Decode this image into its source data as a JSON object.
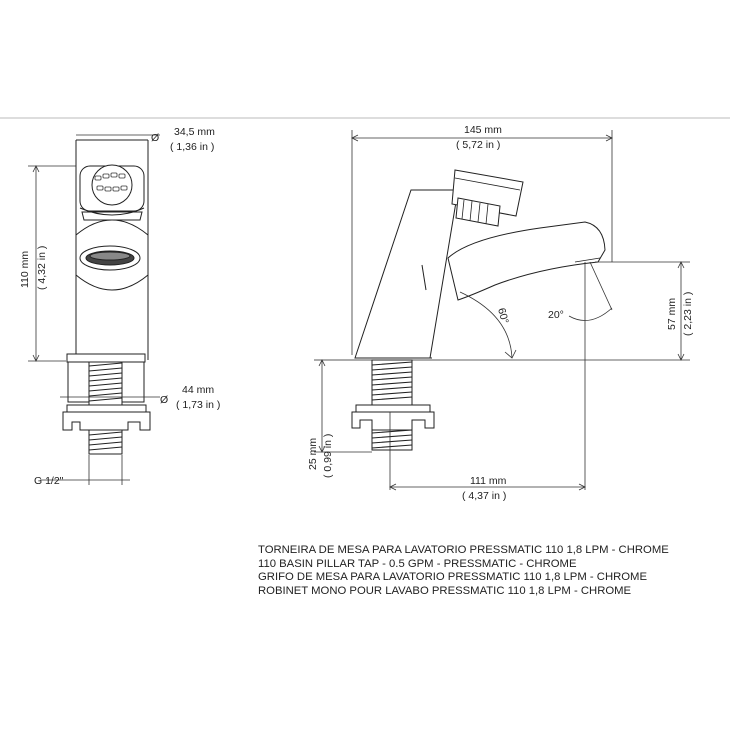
{
  "front": {
    "top_dia_mm": "34,5 mm",
    "top_dia_in": "( 1,36 in )",
    "height_mm": "110 mm",
    "height_in": "( 4,32 in )",
    "base_dia_mm": "44 mm",
    "base_dia_in": "( 1,73 in )",
    "thread": "G 1/2\"",
    "diameter_symbol": "Ø"
  },
  "side": {
    "width_mm": "145 mm",
    "width_in": "( 5,72 in )",
    "spout_h_mm": "57 mm",
    "spout_h_in": "( 2,23 in )",
    "reach_mm": "111 mm",
    "reach_in": "( 4,37 in )",
    "shank_mm": "25 mm",
    "shank_in": "( 0,99 in )",
    "angle1": "60°",
    "angle2": "20°"
  },
  "caption": [
    "TORNEIRA DE MESA PARA LAVATORIO PRESSMATIC 110 1,8 LPM - CHROME",
    "110 BASIN PILLAR TAP - 0.5 GPM - PRESSMATIC - CHROME",
    "GRIFO DE MESA PARA LAVATORIO PRESSMATIC 110 1,8 LPM - CHROME",
    "ROBINET MONO POUR LAVABO PRESSMATIC 110 1,8 LPM - CHROME"
  ]
}
